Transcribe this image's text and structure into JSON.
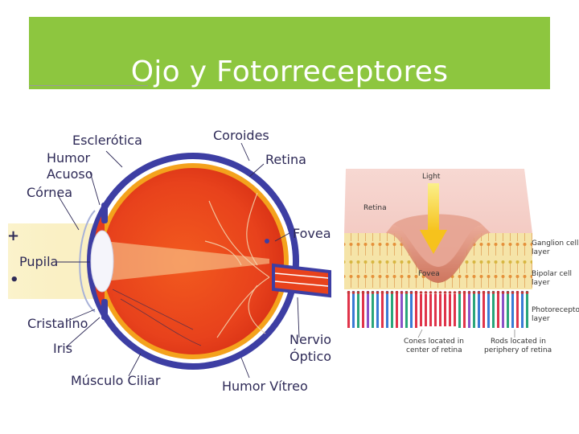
{
  "slide": {
    "title": "Ojo y Fotorreceptores"
  },
  "eye_labels": {
    "esclerotica": "Esclerótica",
    "humor_acuoso_1": "Humor",
    "humor_acuoso_2": "Acuoso",
    "cornea": "Córnea",
    "pupila": "Pupila",
    "cristalino": "Cristalino",
    "iris": "Iris",
    "musculo_ciliar": "Músculo Ciliar",
    "humor_vitreo": "Humor Vítreo",
    "coroides": "Coroides",
    "retina": "Retina",
    "fovea": "Fovea",
    "nervio_1": "Nervio",
    "nervio_2": "Óptico",
    "plus": "+",
    "dot": "•"
  },
  "retina_labels": {
    "light": "Light",
    "retina": "Retina",
    "fovea": "Fovea",
    "ganglion_1": "Ganglion cell",
    "ganglion_2": "layer",
    "bipolar_1": "Bipolar cell",
    "bipolar_2": "layer",
    "photo_1": "Photoreceptor",
    "photo_2": "layer",
    "cones_1": "Cones located in",
    "cones_2": "center of retina",
    "rods_1": "Rods located in",
    "rods_2": "periphery of retina"
  },
  "colors": {
    "title_bar": "#8dc63f",
    "label_text": "#2e2a57",
    "sclera": "#3d3ea3",
    "vitreous": "#e8421c",
    "light_beam": "#f7eec0",
    "retina_pink": "#f2c6c0"
  }
}
